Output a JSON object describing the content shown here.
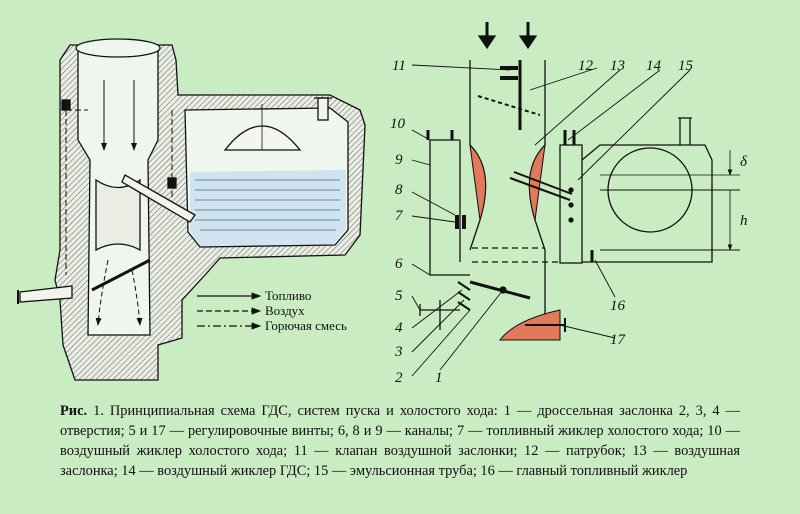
{
  "legend": {
    "fuel": "Топливо",
    "air": "Воздух",
    "mixture": "Горючая смесь"
  },
  "callouts": {
    "n1": "1",
    "n2": "2",
    "n3": "3",
    "n4": "4",
    "n5": "5",
    "n6": "6",
    "n7": "7",
    "n8": "8",
    "n9": "9",
    "n10": "10",
    "n11": "11",
    "n12": "12",
    "n13": "13",
    "n14": "14",
    "n15": "15",
    "n16": "16",
    "n17": "17"
  },
  "dimensions": {
    "delta": "δ",
    "h": "h"
  },
  "caption": {
    "label": "Рис.",
    "number": "1.",
    "text": "Принципиальная схема ГДС, систем пуска и холостого хода: 1 — дроссельная заслонка 2, 3, 4 — отверстия; 5 и 17 — регулировочные винты; 6, 8 и 9 — каналы; 7 — топливный жиклер холостого хода; 10 — воздушный жиклер холостого хода; 11 — клапан воздушной заслонки; 12 — патрубок; 13 — воздушная заслонка; 14 — воздушный жиклер ГДС; 15 — эмульсионная труба; 16 — главный топливный жиклер"
  }
}
